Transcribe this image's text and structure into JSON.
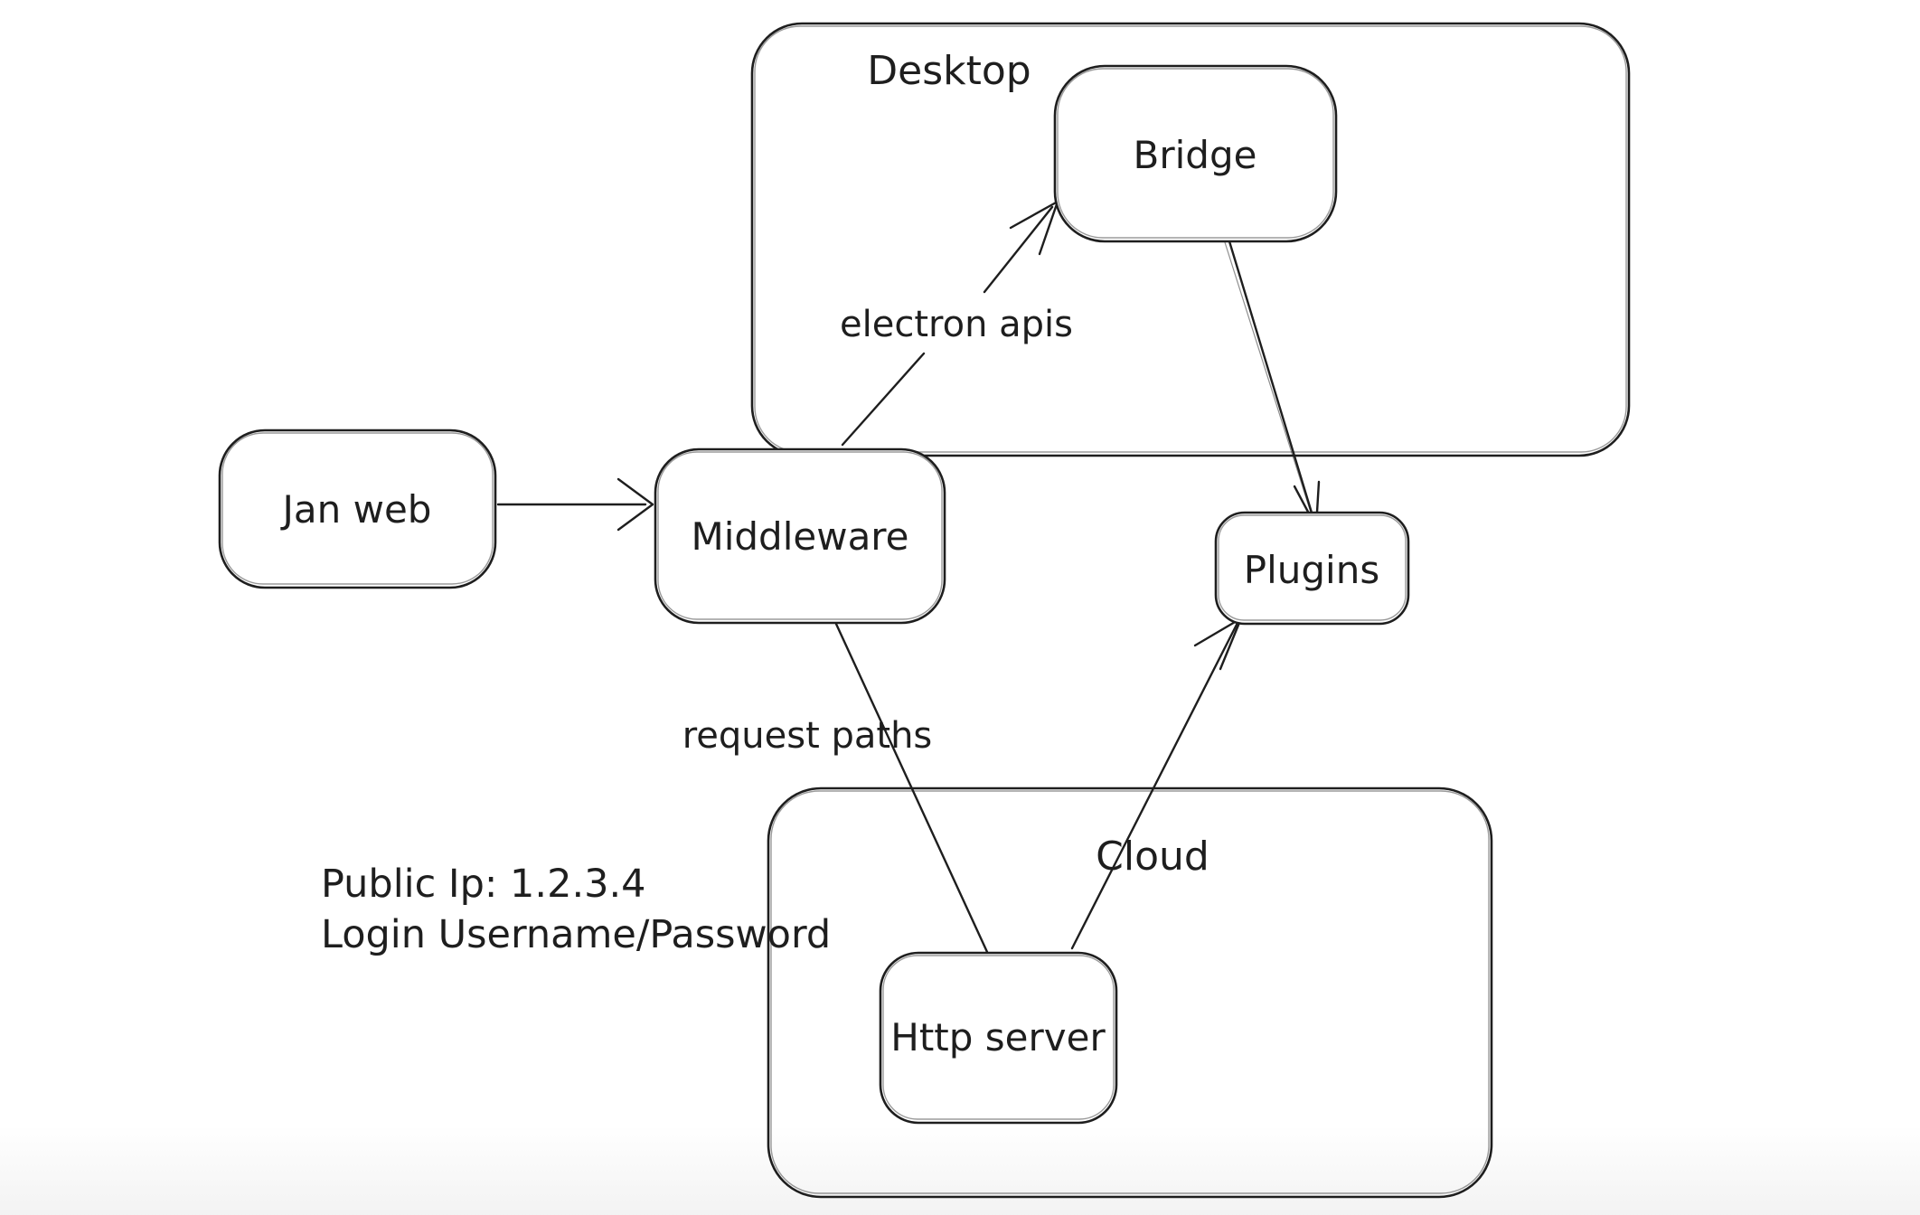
{
  "diagram": {
    "style": "hand-drawn whiteboard sketch",
    "colors": {
      "background": "#ffffff",
      "stroke": "#1e1e1e",
      "text": "#1e1e1e"
    },
    "containers": [
      {
        "label": "Desktop"
      },
      {
        "label": "Cloud"
      }
    ],
    "nodes": [
      {
        "label": "Jan web"
      },
      {
        "label": "Middleware"
      },
      {
        "label": "Bridge"
      },
      {
        "label": "Plugins"
      },
      {
        "label": "Http server"
      }
    ],
    "edges": [
      {
        "from": "Jan web",
        "to": "Middleware",
        "label": "",
        "arrowhead": "end"
      },
      {
        "from": "Middleware",
        "to": "Bridge",
        "label": "electron apis",
        "arrowhead": "end"
      },
      {
        "from": "Bridge",
        "to": "Plugins",
        "label": "",
        "arrowhead": "end"
      },
      {
        "from": "Middleware",
        "to": "Http server",
        "label": "request paths",
        "arrowhead": "none"
      },
      {
        "from": "Http server",
        "to": "Plugins",
        "label": "",
        "arrowhead": "end"
      }
    ],
    "annotations": {
      "public_ip": "Public Ip: 1.2.3.4",
      "login": "Login Username/Password"
    }
  }
}
